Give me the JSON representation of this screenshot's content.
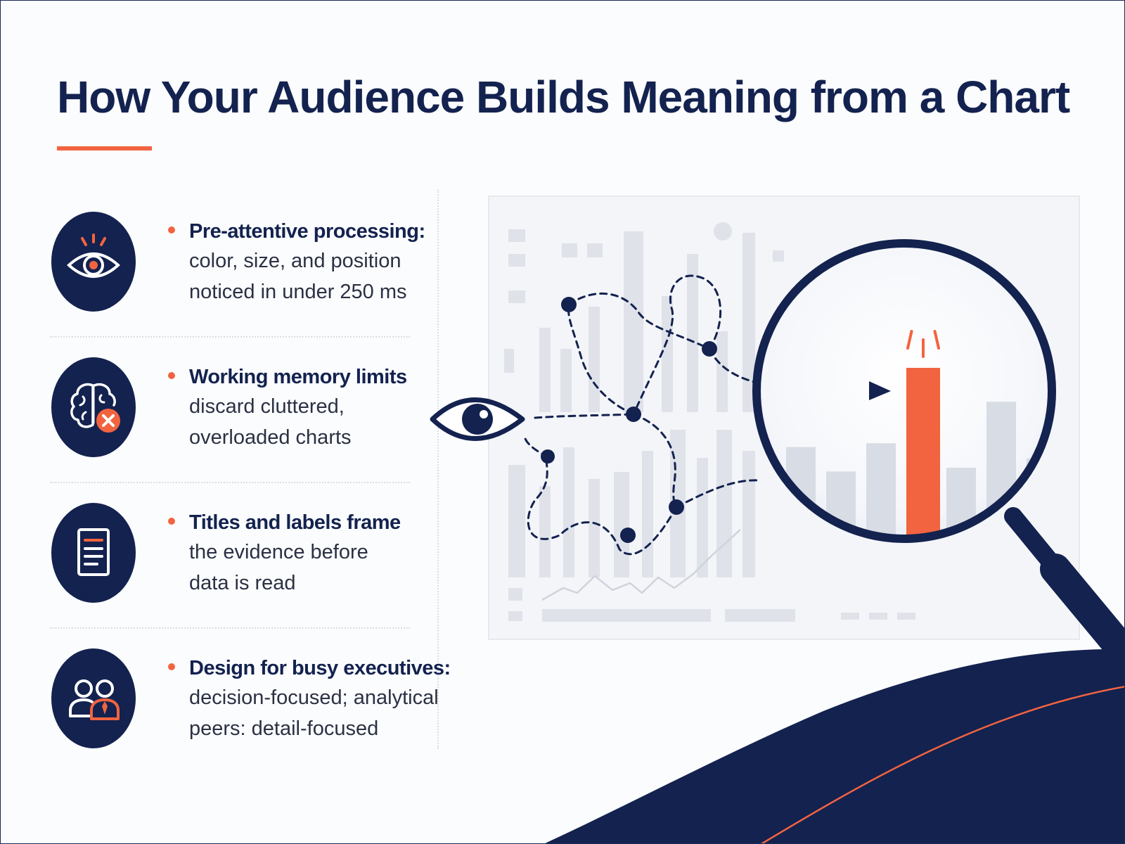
{
  "title": "How Your Audience Builds Meaning from a Chart",
  "points": [
    {
      "icon": "eye-icon",
      "heading": "Pre-attentive processing:",
      "lines": [
        "color, size, and position",
        "noticed in under 250 ms"
      ]
    },
    {
      "icon": "brain-icon",
      "heading": "Working memory limits",
      "lines": [
        "discard cluttered,",
        "overloaded charts"
      ]
    },
    {
      "icon": "document-icon",
      "heading": "Titles and labels frame",
      "lines": [
        "the evidence before",
        "data is read"
      ]
    },
    {
      "icon": "people-icon",
      "heading": "Design for busy executives:",
      "lines": [
        "decision-focused; analytical",
        "peers: detail-focused"
      ]
    }
  ],
  "colors": {
    "navy": "#13224f",
    "accent": "#f26440",
    "muted_bars": "#d8dce4"
  },
  "illustration": {
    "viewer_icon": "eye-icon",
    "magnifier_icon": "magnifying-glass-icon",
    "highlighted_bar": "tallest bar in accent color",
    "magnified_bars": [
      0.58,
      0.45,
      0.6,
      1.0,
      0.47,
      0.82,
      0.52
    ]
  }
}
